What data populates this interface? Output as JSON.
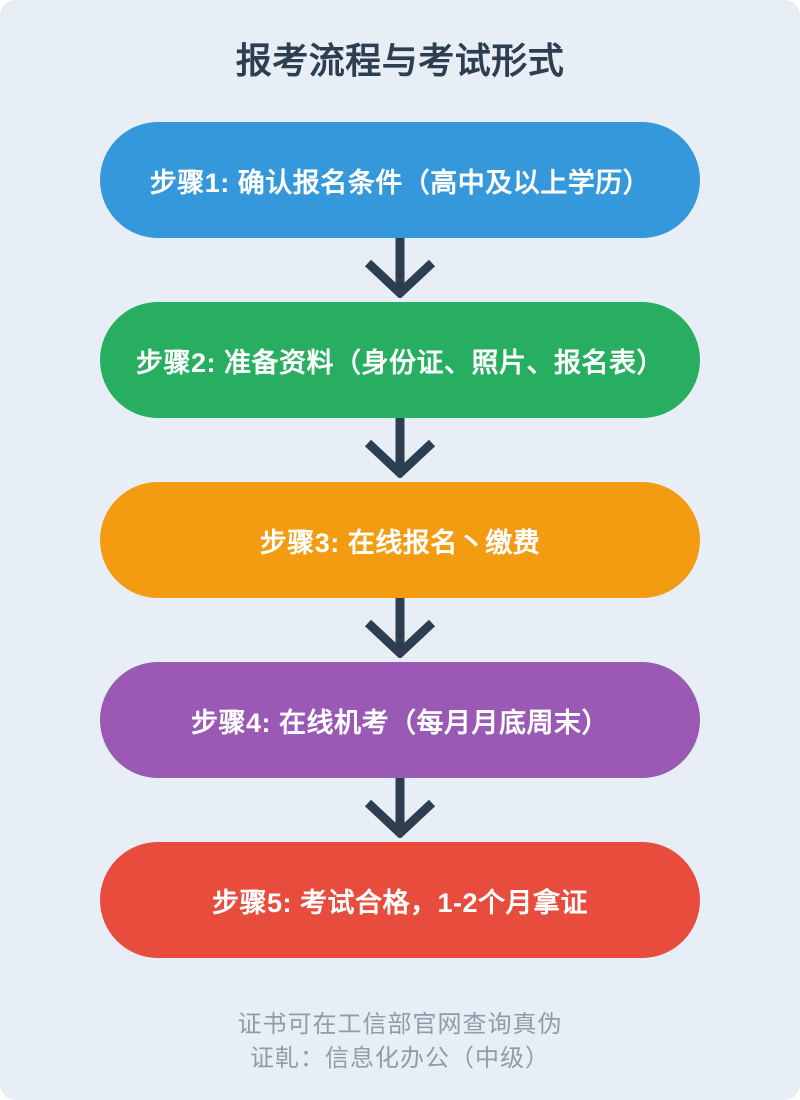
{
  "title": "报考流程与考试形式",
  "steps": [
    {
      "label": "步骤1: 确认报名条件（高中及以上学历）",
      "color": "#3498db"
    },
    {
      "label": "步骤2: 准备资料（身份证、照片、报名表）",
      "color": "#27ae60"
    },
    {
      "label": "步骤3: 在线报名丶缴费",
      "color": "#f39c12"
    },
    {
      "label": "步骤4: 在线机考（每月月底周末）",
      "color": "#9b59b6"
    },
    {
      "label": "步骤5: 考试合格，1-2个月拿证",
      "color": "#e74c3c"
    }
  ],
  "footer": {
    "line1": "证书可在工信部官网查询真伪",
    "line2": "证乹：信息化办公（中级）"
  },
  "colors": {
    "bg": "#e8eef5",
    "title": "#2c3e50",
    "arrow": "#2c3e50",
    "step_text": "#ffffff",
    "footer_text": "#8e9daa"
  }
}
